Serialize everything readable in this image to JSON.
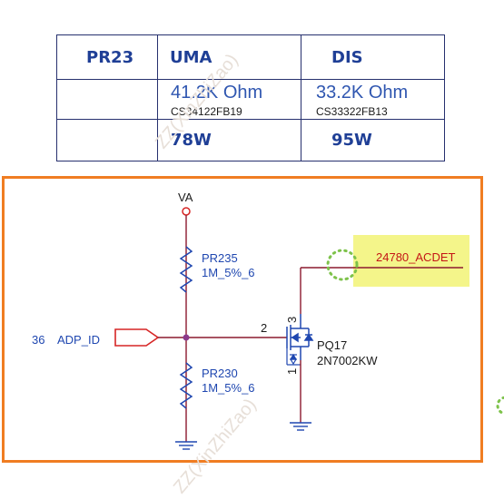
{
  "table": {
    "header": [
      "PR23",
      "UMA",
      "DIS"
    ],
    "resistors": {
      "uma": "41.2K Ohm",
      "dis": "33.2K Ohm"
    },
    "parts": {
      "uma": "CS34122FB19",
      "dis": "CS33322FB13"
    },
    "power": {
      "uma": "78W",
      "dis": "95W"
    }
  },
  "schematic": {
    "va": "VA",
    "pr235": {
      "ref": "PR235",
      "value": "1M_5%_6"
    },
    "pr230": {
      "ref": "PR230",
      "value": "1M_5%_6"
    },
    "pq17": {
      "ref": "PQ17",
      "part": "2N7002KW"
    },
    "pins": {
      "gate": "2",
      "drain": "3",
      "source": "1"
    },
    "adp_id": {
      "page": "36",
      "net": "ADP_ID"
    },
    "acdet": "24780_ACDET"
  },
  "watermark": "ZZ(XinZhiZao)",
  "colors": {
    "frame": "#f07d22",
    "highlight": "#f4f58a",
    "wire": "#8b1a2f",
    "component": "#1f47b0",
    "port": "#d62525",
    "table_text": "#1f3f96"
  }
}
